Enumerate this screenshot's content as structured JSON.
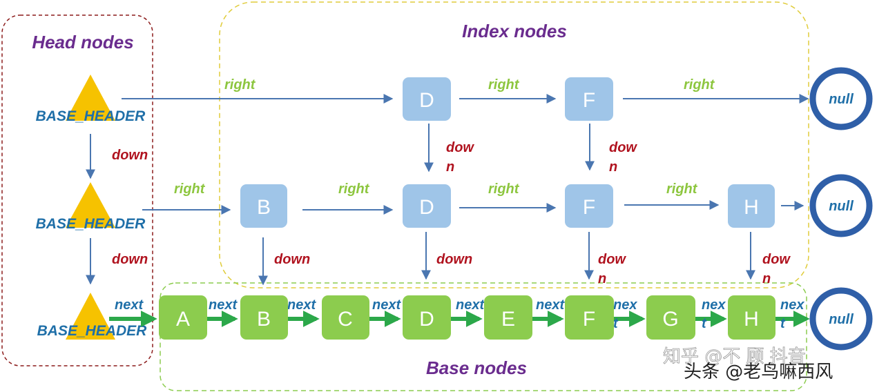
{
  "groups": {
    "head_title": "Head nodes",
    "index_title": "Index nodes",
    "base_title": "Base nodes"
  },
  "header_label": "BASE_HEADER",
  "labels": {
    "right": "right",
    "down": "down",
    "down_part1": "dow",
    "down_part2": "n",
    "next": "next",
    "next_part1": "nex",
    "next_part2": "t"
  },
  "index_level2": {
    "nodes": [
      "D",
      "F"
    ]
  },
  "index_level1": {
    "nodes": [
      "B",
      "D",
      "F",
      "H"
    ]
  },
  "base_level": {
    "nodes": [
      "A",
      "B",
      "C",
      "D",
      "E",
      "F",
      "G",
      "H"
    ]
  },
  "null_label": "null",
  "watermark": {
    "line1": "知乎 @不 顾 抖音",
    "line2": "头条 @老鸟嘛西风"
  },
  "colors": {
    "index_node": "#9fc5e8",
    "base_node": "#8ccc4e",
    "triangle": "#f6c200",
    "head_border": "#8b1a1a",
    "index_border": "#e0cc3a",
    "base_border": "#8ccc4e",
    "blue_arrow": "#4a76b0",
    "green_arrow": "#2ca84a",
    "null_ring": "#2f5fa8"
  }
}
